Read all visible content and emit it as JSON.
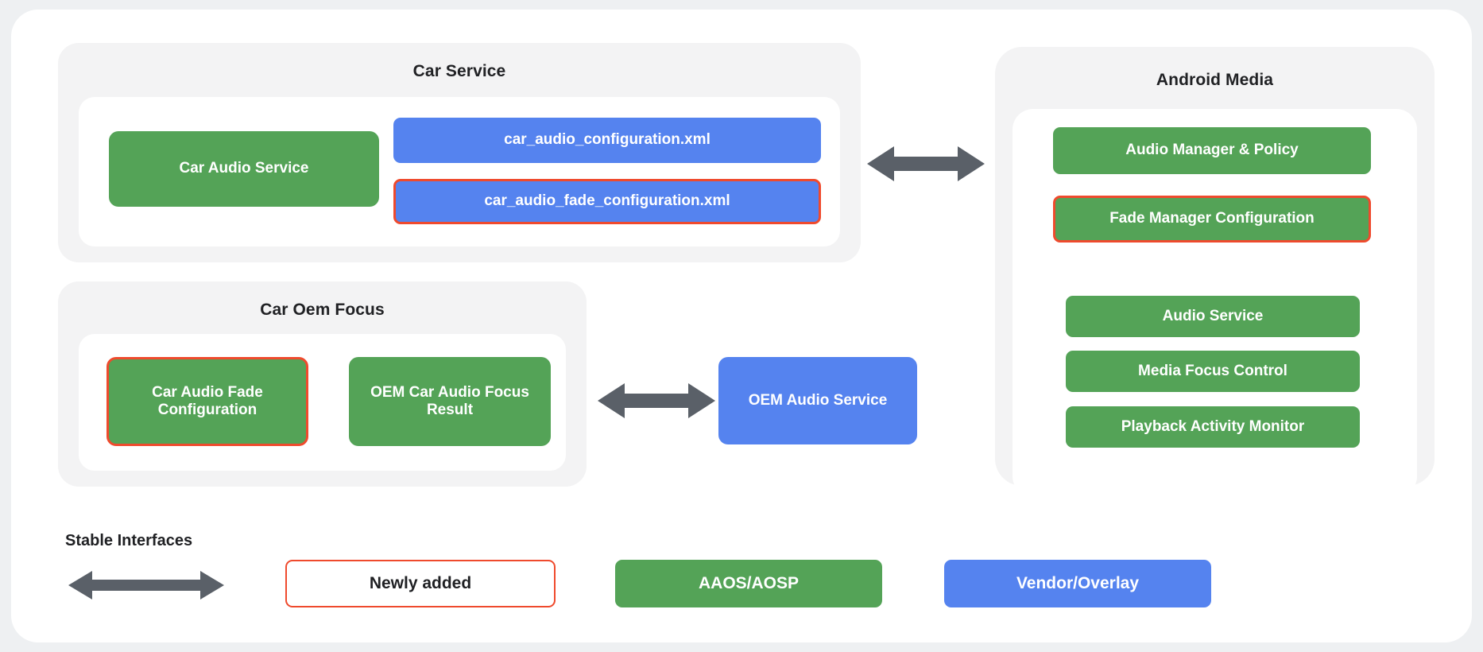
{
  "diagram": {
    "title_car_service": "Car Service",
    "title_car_oem_focus": "Car Oem Focus",
    "title_android_media": "Android Media",
    "car_service": {
      "nodes": [
        {
          "label": "Car Audio Service",
          "kind": "green",
          "highlight": false
        },
        {
          "label": "car_audio_configuration.xml",
          "kind": "blue",
          "highlight": false
        },
        {
          "label": "car_audio_fade_configuration.xml",
          "kind": "blue",
          "highlight": true
        }
      ]
    },
    "car_oem_focus": {
      "nodes": [
        {
          "label": "Car Audio Fade Configuration",
          "kind": "green",
          "highlight": true
        },
        {
          "label": "OEM Car Audio Focus Result",
          "kind": "green",
          "highlight": false
        }
      ]
    },
    "middle": {
      "nodes": [
        {
          "label": "OEM Audio Service",
          "kind": "blue",
          "highlight": false
        }
      ]
    },
    "android_media": {
      "nodes": [
        {
          "label": "Audio Manager & Policy",
          "kind": "green",
          "highlight": false
        },
        {
          "label": "Fade Manager Configuration",
          "kind": "green",
          "highlight": true
        },
        {
          "label": "Audio Service",
          "kind": "green",
          "highlight": false
        },
        {
          "label": "Media Focus Control",
          "kind": "green",
          "highlight": false
        },
        {
          "label": "Playback Activity Monitor",
          "kind": "green",
          "highlight": false
        }
      ]
    },
    "arrows": [
      {
        "name": "car-service-to-android-media",
        "direction": "bidirectional"
      },
      {
        "name": "car-oem-focus-to-oem-audio-service",
        "direction": "bidirectional"
      },
      {
        "name": "legend-stable-interfaces",
        "direction": "bidirectional"
      }
    ]
  },
  "legend": {
    "stable_interfaces_label": "Stable Interfaces",
    "items": [
      {
        "label": "Newly added",
        "style": "outline"
      },
      {
        "label": "AAOS/AOSP",
        "style": "green"
      },
      {
        "label": "Vendor/Overlay",
        "style": "blue"
      }
    ]
  },
  "colors": {
    "page_background": "#eef0f2",
    "card_background": "#ffffff",
    "group_background": "#f3f3f4",
    "green": "#54a357",
    "blue": "#5583ef",
    "highlight_red": "#ef4a2d",
    "arrow_gray": "#5a6068",
    "text_dark": "#202124"
  }
}
